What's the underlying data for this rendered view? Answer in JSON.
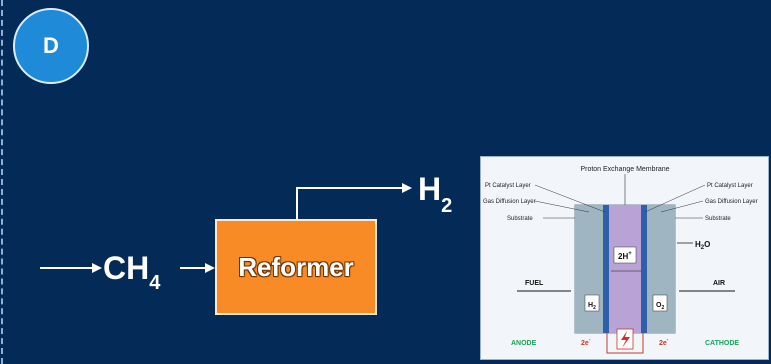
{
  "badge": {
    "letter": "D"
  },
  "input": {
    "formula_main": "CH",
    "formula_sub": "4"
  },
  "output": {
    "formula_main": "H",
    "formula_sub": "2"
  },
  "reformer": {
    "label": "Reformer"
  },
  "fuel_cell": {
    "top_label": "Proton Exchange Membrane",
    "left_labels": [
      "Pt Catalyst Layer",
      "Gas Diffusion Layer",
      "Substrate"
    ],
    "right_labels": [
      "Pt Catalyst Layer",
      "Gas Diffusion Layer",
      "Substrate"
    ],
    "fuel": "FUEL",
    "air": "AIR",
    "anode": "ANODE",
    "cathode": "CATHODE",
    "proton": "2H",
    "proton_sup": "+",
    "h2_main": "H",
    "h2_sub": "2",
    "o2_main": "O",
    "o2_sub": "2",
    "water_main": "H",
    "water_sub": "2",
    "water_end": "O",
    "electron_left": "2e",
    "electron_right": "2e",
    "electron_sup": "-"
  },
  "colors": {
    "background": "#042a57",
    "reformer": "#f88b26",
    "badge": "#1f8ad8"
  }
}
